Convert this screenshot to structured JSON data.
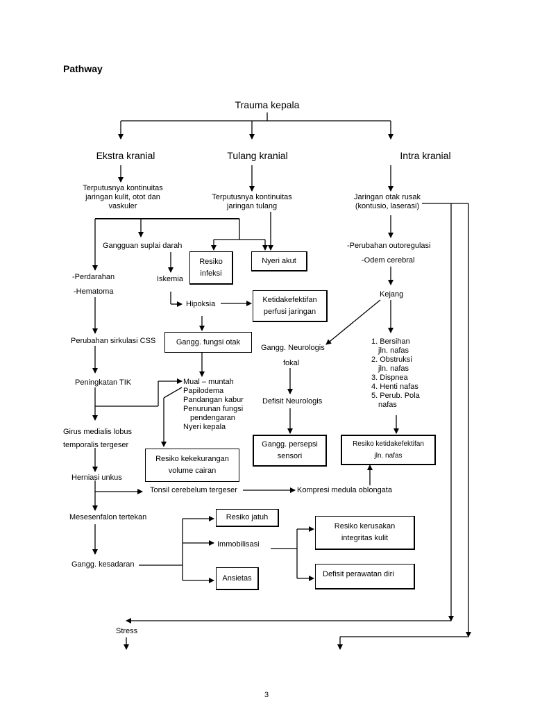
{
  "heading": "Pathway",
  "page_number": "3",
  "nodes": {
    "trauma_kepala": "Trauma kepala",
    "ekstra_kranial": "Ekstra kranial",
    "tulang_kranial": "Tulang kranial",
    "intra_kranial": "Intra kranial",
    "terputus_kulit": [
      "Terputusnya kontinuitas",
      "jaringan kulit, otot dan",
      "vaskuler"
    ],
    "terputus_tulang": [
      "Terputusnya kontinuitas",
      "jaringan tulang"
    ],
    "jaringan_otak": [
      "Jaringan otak rusak",
      "(kontusio, laserasi)"
    ],
    "gangguan_suplai": "Gangguan suplai darah",
    "resiko_infeksi": [
      "Resiko",
      "infeksi"
    ],
    "nyeri_akut": "Nyeri akut",
    "perubahan_autoregulasi": "-Perubahan outoregulasi",
    "odem_cerebral": "-Odem cerebral",
    "perdarahan": "-Perdarahan",
    "hematoma": "-Hematoma",
    "iskemia": "Iskemia",
    "hipoksia": "Hipoksia",
    "ketidakefektifan_perfusi": [
      "Ketidakefektifan",
      "perfusi jaringan"
    ],
    "kejang": "Kejang",
    "perubahan_sirkulasi": "Perubahan sirkulasi CSS",
    "gangg_fungsi_otak": "Gangg. fungsi otak",
    "gangg_neurologis": [
      "Gangg. Neurologis",
      "fokal"
    ],
    "kejang_list": [
      "1. Bersihan",
      "jln. nafas",
      "2. Obstruksi",
      "jln. nafas",
      "3. Dispnea",
      "4. Henti nafas",
      "5. Perub. Pola",
      "nafas"
    ],
    "peningkatan_tik": "Peningkatan TIK",
    "gejala": [
      "Mual – muntah",
      "Papilodema",
      "Pandangan kabur",
      "Penurunan fungsi",
      "pendengaran",
      "Nyeri kepala"
    ],
    "defisit_neurologis": "Defisit Neurologis",
    "girus": [
      "Girus  medialis  lobus",
      "temporalis tergeser"
    ],
    "resiko_cairan": [
      "Resiko kekekurangan",
      "volume cairan"
    ],
    "gangg_persepsi": [
      "Gangg. persepsi",
      "sensori"
    ],
    "resiko_nafas": [
      "Resiko ketidakefektifan",
      "jln. nafas"
    ],
    "herniasi": "Herniasi unkus",
    "tonsil": "Tonsil cerebelum tergeser",
    "kompresi": "Kompresi medula oblongata",
    "mesesenfalon": "Mesesenfalon tertekan",
    "resiko_jatuh": "Resiko jatuh",
    "resiko_kulit": [
      "Resiko kerusakan",
      "integritas kulit"
    ],
    "immobilisasi": "Immobilisasi",
    "gangg_kesadaran": "Gangg. kesadaran",
    "defisit_perawatan": "Defisit perawatan diri",
    "ansietas": "Ansietas",
    "stress": "Stress"
  }
}
